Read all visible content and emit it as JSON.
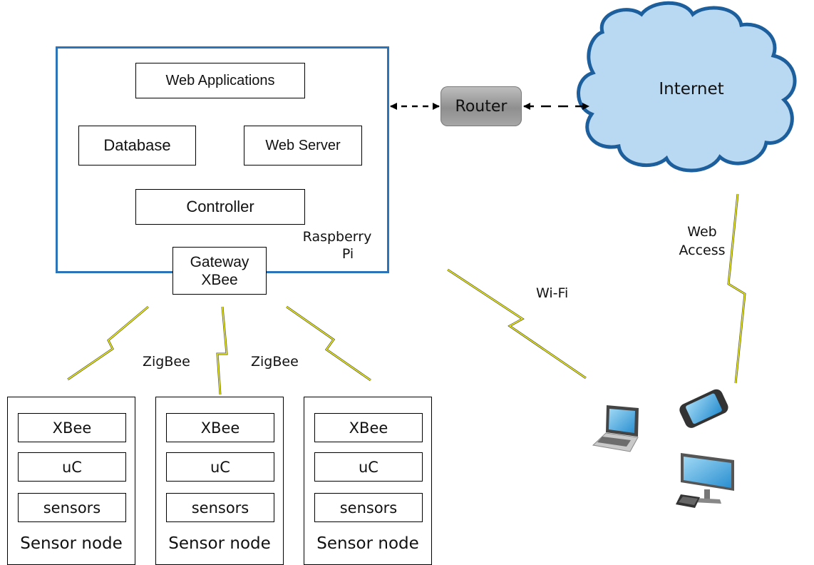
{
  "pi": {
    "web_applications": "Web Applications",
    "database": "Database",
    "web_server": "Web Server",
    "controller": "Controller",
    "label_line1": "Raspberry",
    "label_line2": "Pi",
    "gateway_line1": "Gateway",
    "gateway_line2": "XBee"
  },
  "router": "Router",
  "internet": "Internet",
  "links": {
    "zigbee_left": "ZigBee",
    "zigbee_right": "ZigBee",
    "wifi": "Wi-Fi",
    "web_access_line1": "Web",
    "web_access_line2": "Access"
  },
  "nodes": [
    {
      "xbee": "XBee",
      "uc": "uC",
      "sensors": "sensors",
      "caption": "Sensor node"
    },
    {
      "xbee": "XBee",
      "uc": "uC",
      "sensors": "sensors",
      "caption": "Sensor node"
    },
    {
      "xbee": "XBee",
      "uc": "uC",
      "sensors": "sensors",
      "caption": "Sensor node"
    }
  ],
  "devices": [
    "laptop-icon",
    "smartphone-icon",
    "desktop-computer-icon"
  ],
  "colors": {
    "pi_border": "#2b74b8",
    "cloud_fill": "#b9d8f2",
    "cloud_stroke": "#1d5f9c",
    "lightning": "#f2f200"
  }
}
